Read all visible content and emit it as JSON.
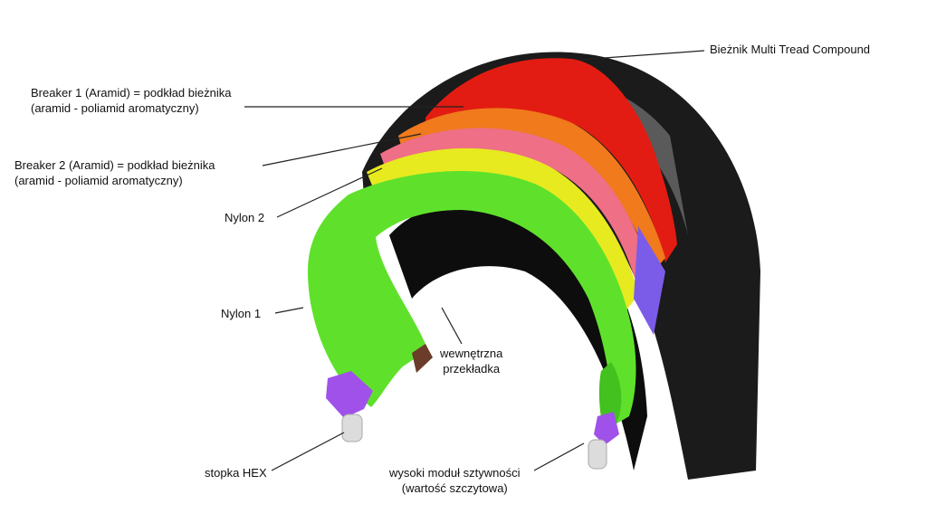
{
  "labels": {
    "tread": "Bieżnik Multi Tread Compound",
    "breaker1_line1": "Breaker 1 (Aramid) = podkład bieżnika",
    "breaker1_line2": "(aramid - poliamid aromatyczny)",
    "breaker2_line1": "Breaker 2 (Aramid) = podkład bieżnika",
    "breaker2_line2": "(aramid - poliamid aromatyczny)",
    "nylon2": "Nylon 2",
    "nylon1": "Nylon 1",
    "inner_line1": "wewnętrzna",
    "inner_line2": "przekładka",
    "bead": "stopka HEX",
    "stiffness_line1": "wysoki moduł sztywności",
    "stiffness_line2": "(wartość szczytowa)"
  },
  "colors": {
    "tread": "#e21c12",
    "breaker1": "#f07a1c",
    "breaker2": "#ee6f86",
    "nylon2": "#e7ea1f",
    "nylon1": "#5fe12c",
    "bead_apex": "#9f51e9",
    "bead_wire": "#dcdcdc",
    "tire_body": "#1b1b1b",
    "inner": "#222222"
  }
}
